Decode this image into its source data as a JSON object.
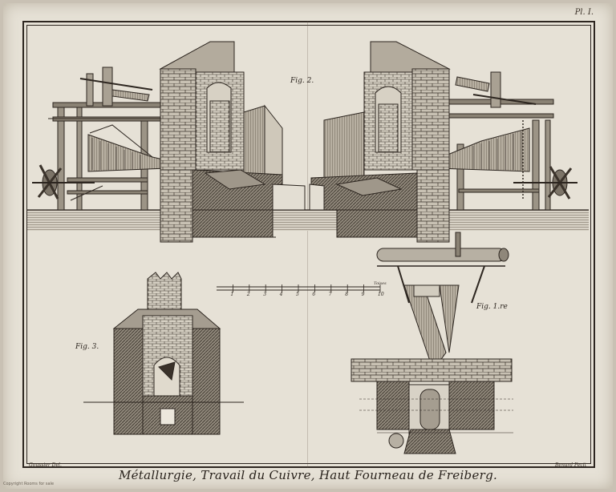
{
  "plate": {
    "number": "Pl. I."
  },
  "figures": {
    "fig2": "Fig. 2.",
    "fig1": "Fig. 1.re",
    "fig3": "Fig. 3."
  },
  "scale": {
    "numbers": [
      "1",
      "2",
      "3",
      "4",
      "5",
      "6",
      "7",
      "8",
      "9",
      "10"
    ],
    "unit": "Toises"
  },
  "credits": {
    "draughtsman": "Goussier Del.",
    "engraver": "Benard Fecit"
  },
  "caption": {
    "title": "Métallurgie, Travail du Cuivre, Haut Fourneau de Freiberg."
  },
  "watermark": {
    "text": "Copyright Rooms for sale"
  },
  "colors": {
    "ink": "#2d2620",
    "paper": "#e6e1d6"
  }
}
